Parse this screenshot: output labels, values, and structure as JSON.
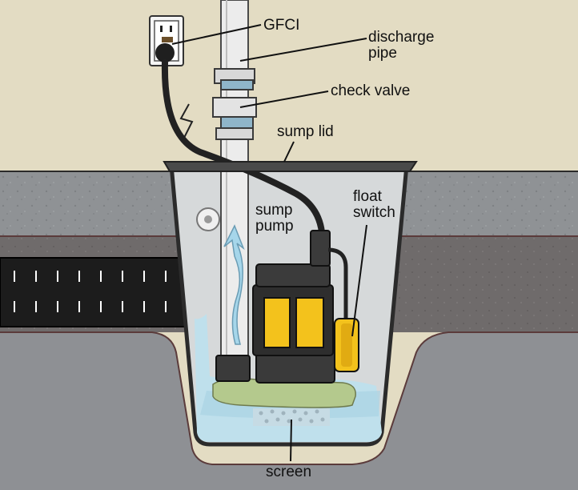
{
  "labels": {
    "gfci": "GFCI",
    "discharge_pipe": [
      "discharge",
      "pipe"
    ],
    "check_valve": "check valve",
    "sump_lid": "sump lid",
    "sump_pump": [
      "sump",
      "pump"
    ],
    "float_switch": [
      "float",
      "switch"
    ],
    "screen": "screen"
  },
  "colors": {
    "wall": "#e3dcc3",
    "soil": "#6c6a6a",
    "gravel": "#8a8d90",
    "basin": "#d4d7d8",
    "water": "#b8dbe8",
    "pump_yellow": "#f3c21c",
    "pump_body": "#3a3a3a",
    "screen_pad": "#b6c98e",
    "arrow": "#9cd0e6"
  }
}
